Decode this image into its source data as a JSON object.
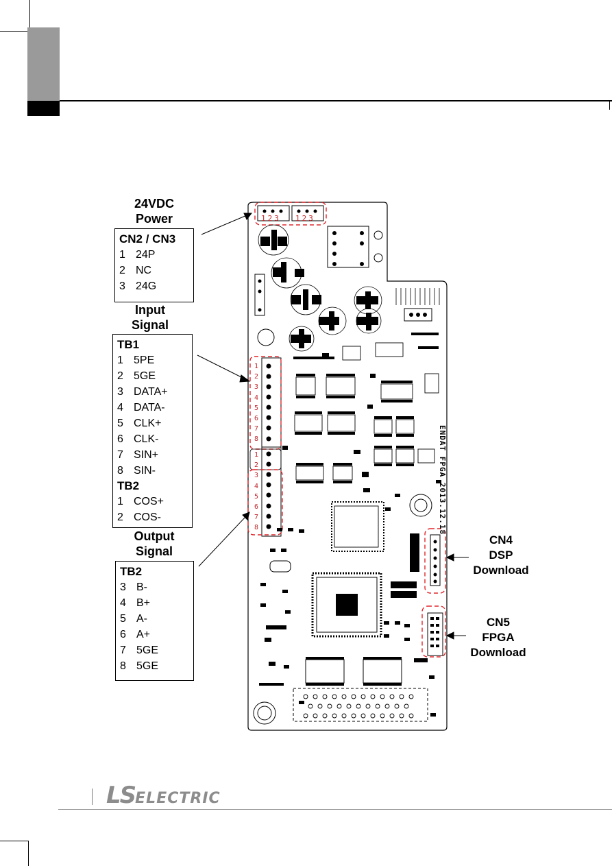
{
  "labels": {
    "power_title": "24VDC",
    "power_sub": "Power",
    "input_title": "Input",
    "input_sub": "Signal",
    "output_title": "Output",
    "output_sub": "Signal"
  },
  "cn2_cn3": {
    "title": "CN2 / CN3",
    "rows": [
      {
        "num": "1",
        "label": "24P"
      },
      {
        "num": "2",
        "label": "NC"
      },
      {
        "num": "3",
        "label": "24G"
      }
    ]
  },
  "input_table": {
    "title": "TB1",
    "rows": [
      {
        "num": "1",
        "label": "5PE"
      },
      {
        "num": "2",
        "label": "5GE"
      },
      {
        "num": "3",
        "label": "DATA+"
      },
      {
        "num": "4",
        "label": "DATA-"
      },
      {
        "num": "5",
        "label": "CLK+"
      },
      {
        "num": "6",
        "label": "CLK-"
      },
      {
        "num": "7",
        "label": "SIN+"
      },
      {
        "num": "8",
        "label": "SIN-"
      }
    ],
    "title2": "TB2",
    "rows2": [
      {
        "num": "1",
        "label": "COS+"
      },
      {
        "num": "2",
        "label": "COS-"
      }
    ]
  },
  "output_table": {
    "title": "TB2",
    "rows": [
      {
        "num": "3",
        "label": "B-"
      },
      {
        "num": "4",
        "label": "B+"
      },
      {
        "num": "5",
        "label": "A-"
      },
      {
        "num": "6",
        "label": "A+"
      },
      {
        "num": "7",
        "label": "5GE"
      },
      {
        "num": "8",
        "label": "5GE"
      }
    ]
  },
  "cn4": {
    "title": "CN4",
    "line1": "DSP",
    "line2": "Download"
  },
  "cn5": {
    "title": "CN5",
    "line1": "FPGA",
    "line2": "Download"
  },
  "pcb": {
    "connector_pins": [
      "1",
      "2",
      "3",
      "1",
      "2",
      "3"
    ],
    "tb1_pins": [
      "1",
      "2",
      "3",
      "4",
      "5",
      "6",
      "7",
      "8"
    ],
    "tb2_pins": [
      "1",
      "2",
      "3",
      "4",
      "5",
      "6",
      "7",
      "8"
    ],
    "silkscreen": "ENDAT FPGA 2013.12.18"
  },
  "footer": {
    "logo_ls": "LS",
    "logo_electric": "ELECTRIC"
  },
  "colors": {
    "highlight": "#e0262b",
    "pin_number": "#c0282d",
    "header_grey": "#9a9a9a",
    "logo": "#8c8c8c"
  }
}
